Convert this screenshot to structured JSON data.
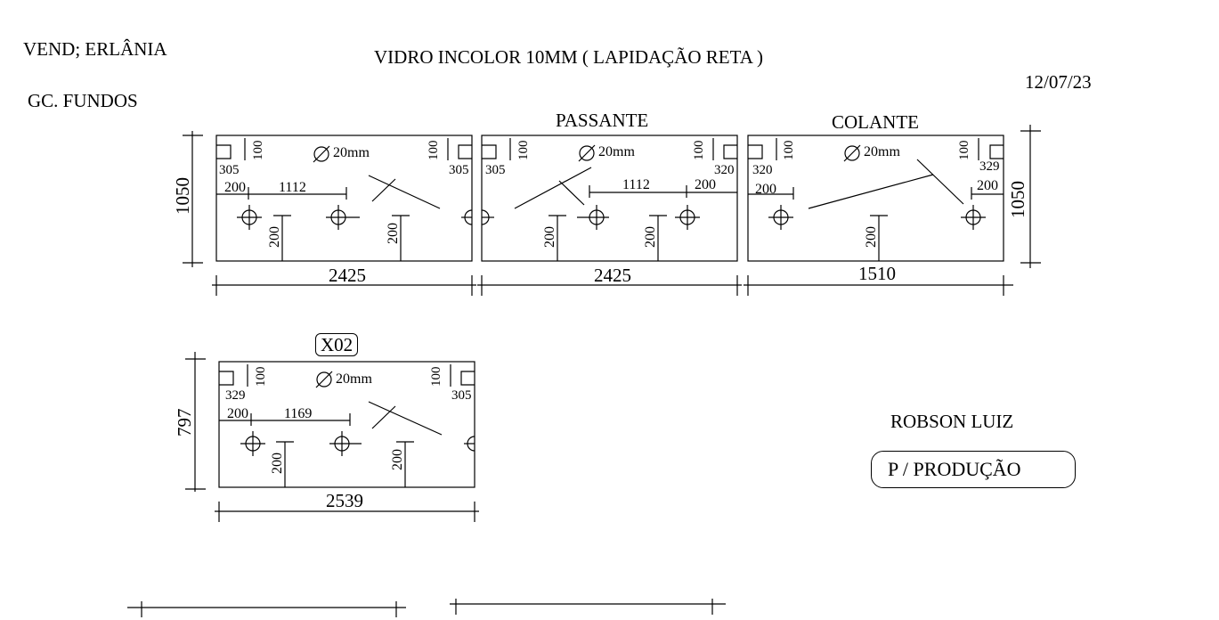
{
  "header": {
    "vendor": "VEND; ERLÂNIA",
    "client": "GC. FUNDOS",
    "glass": "VIDRO INCOLOR 10MM ( LAPIDAÇÃO RETA )",
    "date": "12/07/23"
  },
  "panels": {
    "p1": {
      "height_dim": "1050",
      "width_dim": "2425",
      "corner_left_w": "305",
      "corner_left_h": "100",
      "corner_right_w": "305",
      "corner_right_h": "100",
      "hole_label": "20mm",
      "dim_a": "200",
      "dim_b": "1112",
      "v_dim_1": "200",
      "v_dim_2": "200"
    },
    "p2": {
      "title": "PASSANTE",
      "width_dim": "2425",
      "corner_left_w": "305",
      "corner_left_h": "100",
      "corner_right_w": "320",
      "corner_right_h": "100",
      "hole_label": "20mm",
      "dim_a": "1112",
      "dim_b": "200",
      "v_dim_1": "200",
      "v_dim_2": "200"
    },
    "p3": {
      "title": "COLANTE",
      "height_dim": "1050",
      "width_dim": "1510",
      "corner_left_w": "320",
      "corner_left_h": "100",
      "corner_right_w": "329",
      "corner_right_h": "100",
      "hole_label": "20mm",
      "dim_a": "200",
      "dim_b": "200",
      "v_dim_1": "200"
    },
    "p4": {
      "badge": "X02",
      "height_dim": "797",
      "width_dim": "2539",
      "corner_left_w": "329",
      "corner_left_h": "100",
      "corner_right_w": "305",
      "corner_right_h": "100",
      "hole_label": "20mm",
      "dim_a": "200",
      "dim_b": "1169",
      "v_dim_1": "200",
      "v_dim_2": "200"
    }
  },
  "footer": {
    "operator": "ROBSON LUIZ",
    "stamp": "P / PRODUÇÃO"
  }
}
